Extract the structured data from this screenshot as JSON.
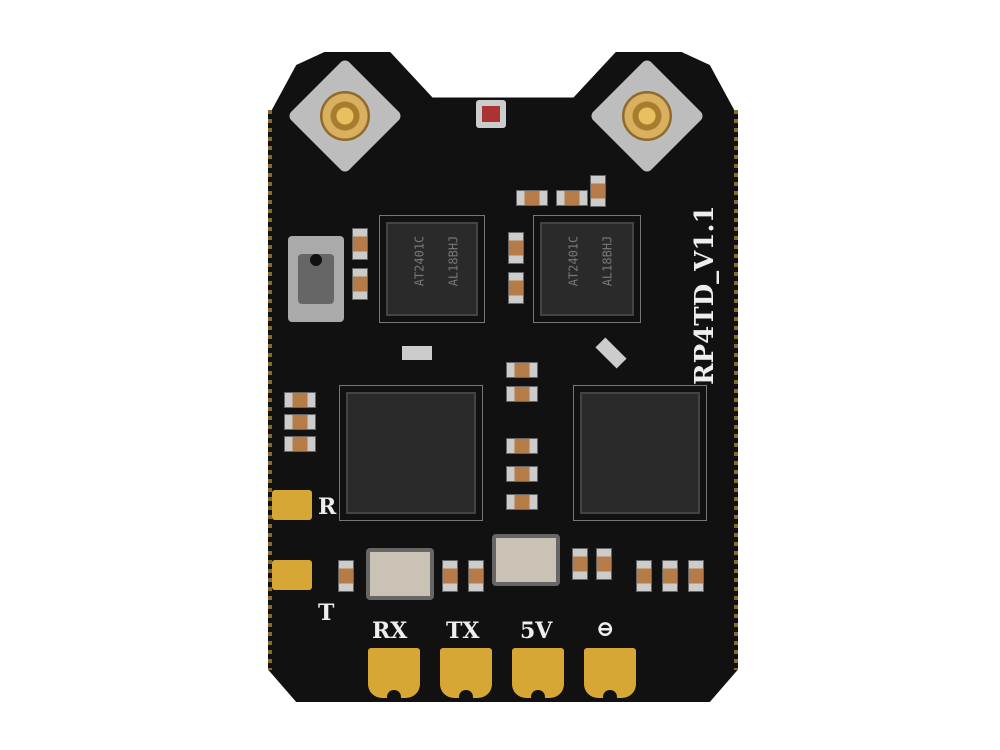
{
  "board": {
    "version_label": "RP4TD_V1.1",
    "chip_markings": [
      "AT2401C",
      "AL18BHJ"
    ]
  },
  "side_pads": {
    "labels": [
      "R",
      "T"
    ]
  },
  "bottom_pads": {
    "labels": [
      "RX",
      "TX",
      "5V",
      "⊖"
    ]
  },
  "colors": {
    "pcb": "#111111",
    "gold": "#d6a734",
    "silkscreen": "#eeeeee"
  }
}
